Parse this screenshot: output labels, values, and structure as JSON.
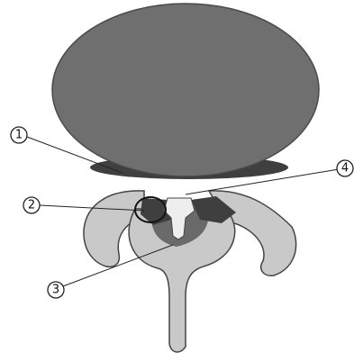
{
  "diagram": {
    "colors": {
      "cap": "#6f6f6f",
      "cap_rim": "#4a4a4a",
      "seal": "#3f3f3f",
      "housing": "#c9c9c9",
      "core": "#6a6a6a",
      "nozzle": "#eeeeee",
      "outline": "#444444"
    },
    "callouts": [
      {
        "id": "1",
        "label": "1"
      },
      {
        "id": "2",
        "label": "2"
      },
      {
        "id": "3",
        "label": "3"
      },
      {
        "id": "4",
        "label": "4"
      }
    ]
  }
}
